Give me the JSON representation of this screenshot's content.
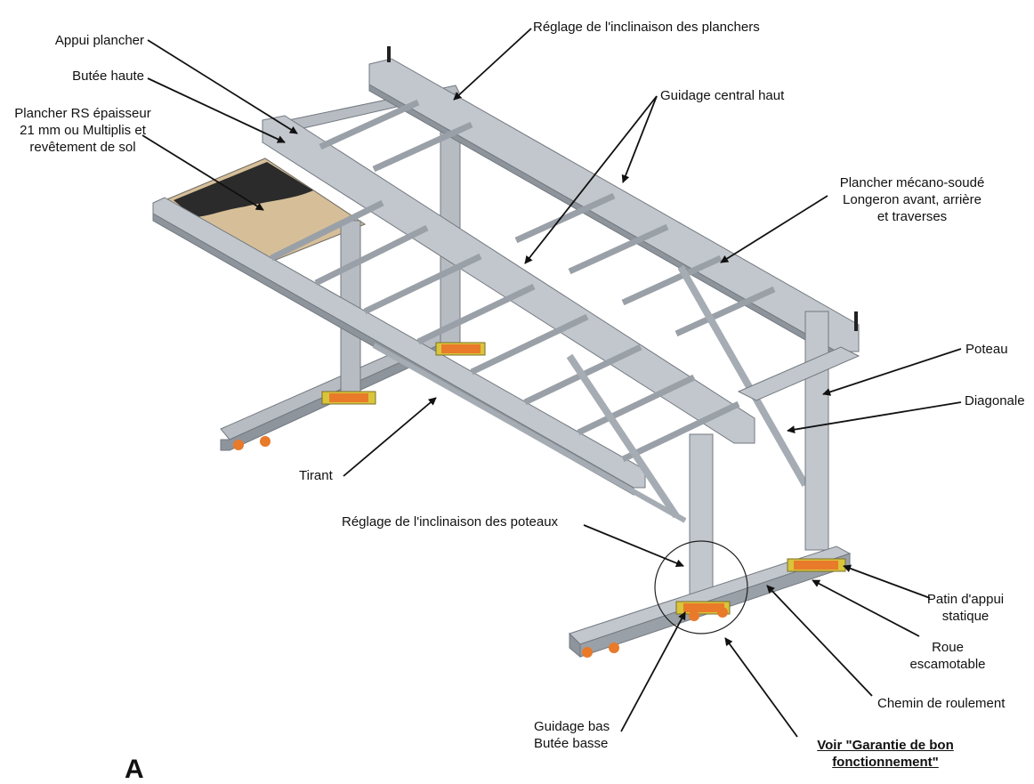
{
  "labels": {
    "appui_plancher": "Appui plancher",
    "butee_haute": "Butée haute",
    "plancher_rs": [
      "Plancher RS épaisseur",
      "21 mm ou Multiplis et",
      "revêtement de sol"
    ],
    "reglage_planchers": "Réglage de l'inclinaison des planchers",
    "guidage_central_haut": "Guidage central haut",
    "plancher_mecano": [
      "Plancher mécano-soudé",
      "Longeron avant, arrière",
      "et traverses"
    ],
    "poteau": "Poteau",
    "diagonale": "Diagonale",
    "tirant": "Tirant",
    "reglage_poteaux": "Réglage de l'inclinaison des poteaux",
    "patin": [
      "Patin d'appui",
      "statique"
    ],
    "roue": [
      "Roue",
      "escamotable"
    ],
    "chemin": "Chemin de roulement",
    "guidage_bas": [
      "Guidage bas",
      "Butée basse"
    ],
    "voir": [
      "Voir \"Garantie de bon",
      "fonctionnement\""
    ],
    "corner_text": "A"
  },
  "colors": {
    "steel": "#b7bcc3",
    "steel_dark": "#8e949c",
    "wood": "#d6bf98",
    "carpet": "#2b2b2b",
    "orange": "#e87a2a",
    "yellow": "#d9c53a"
  }
}
